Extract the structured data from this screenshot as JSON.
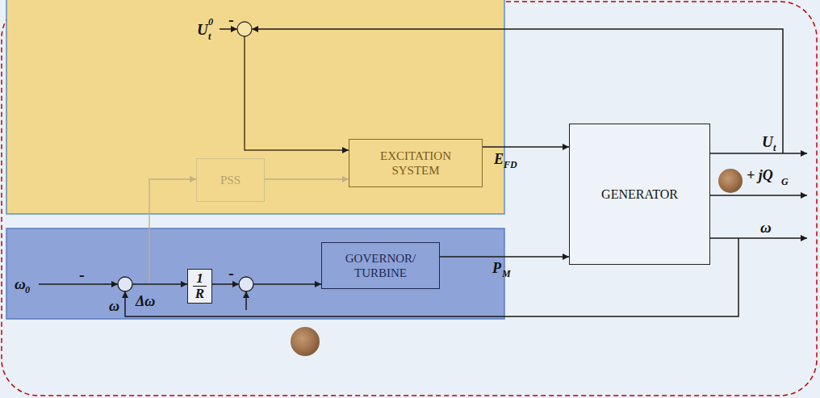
{
  "diagram": {
    "nodes": [
      {
        "text": [
          "EXCITATION SYSTEM"
        ]
      },
      {
        "text": [
          "PSS"
        ]
      },
      {
        "text": [
          "GENERATOR"
        ]
      },
      {
        "text": [
          "1",
          "R"
        ]
      },
      {
        "text": [
          "GOVERNOR/ TURBINE"
        ]
      }
    ],
    "edges": [
      {
        "from": 1,
        "to": 0,
        "arrow": "to"
      },
      {
        "from": 0,
        "to": 2,
        "arrow": "to"
      },
      {
        "from": 4,
        "to": 2,
        "arrow": "to"
      }
    ],
    "labels": [
      "U",
      "t",
      "0",
      "-",
      "E",
      "FD",
      "U",
      "t",
      "+ jQ",
      "G",
      "P",
      "M",
      "ω",
      "ω",
      "0",
      "-",
      "Δω",
      "ω",
      "-"
    ]
  }
}
